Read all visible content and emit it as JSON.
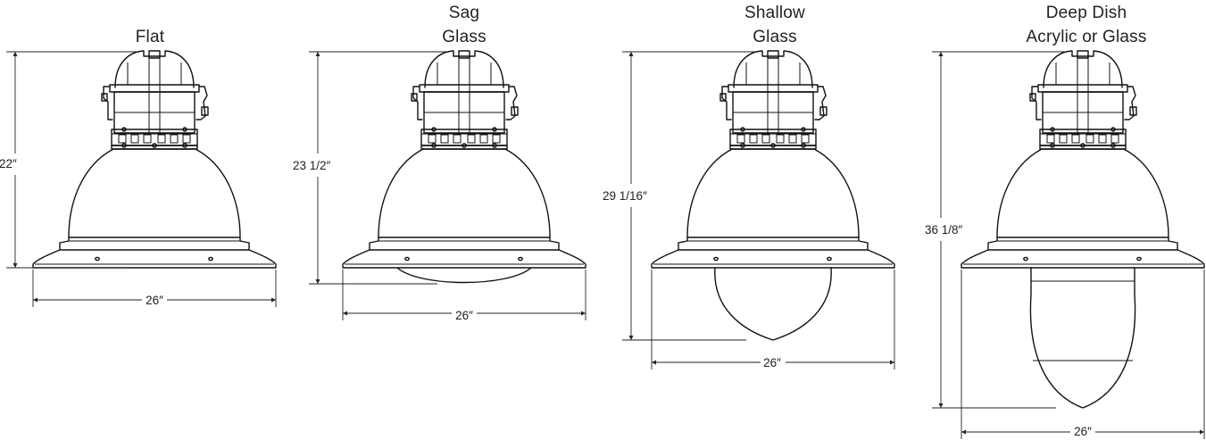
{
  "fixtures": [
    {
      "id": "flat",
      "title_lines": [
        "Flat"
      ],
      "height_label": "22″",
      "width_label": "26″",
      "lens": "none"
    },
    {
      "id": "sag",
      "title_lines": [
        "Sag",
        "Glass"
      ],
      "height_label": "23 1/2″",
      "width_label": "26″",
      "lens": "sag"
    },
    {
      "id": "shallow",
      "title_lines": [
        "Shallow",
        "Glass"
      ],
      "height_label": "29 1/16″",
      "width_label": "26″",
      "lens": "shallow"
    },
    {
      "id": "deep",
      "title_lines": [
        "Deep Dish",
        "Acrylic or Glass"
      ],
      "height_label": "36 1/8″",
      "width_label": "26″",
      "lens": "deep"
    }
  ]
}
